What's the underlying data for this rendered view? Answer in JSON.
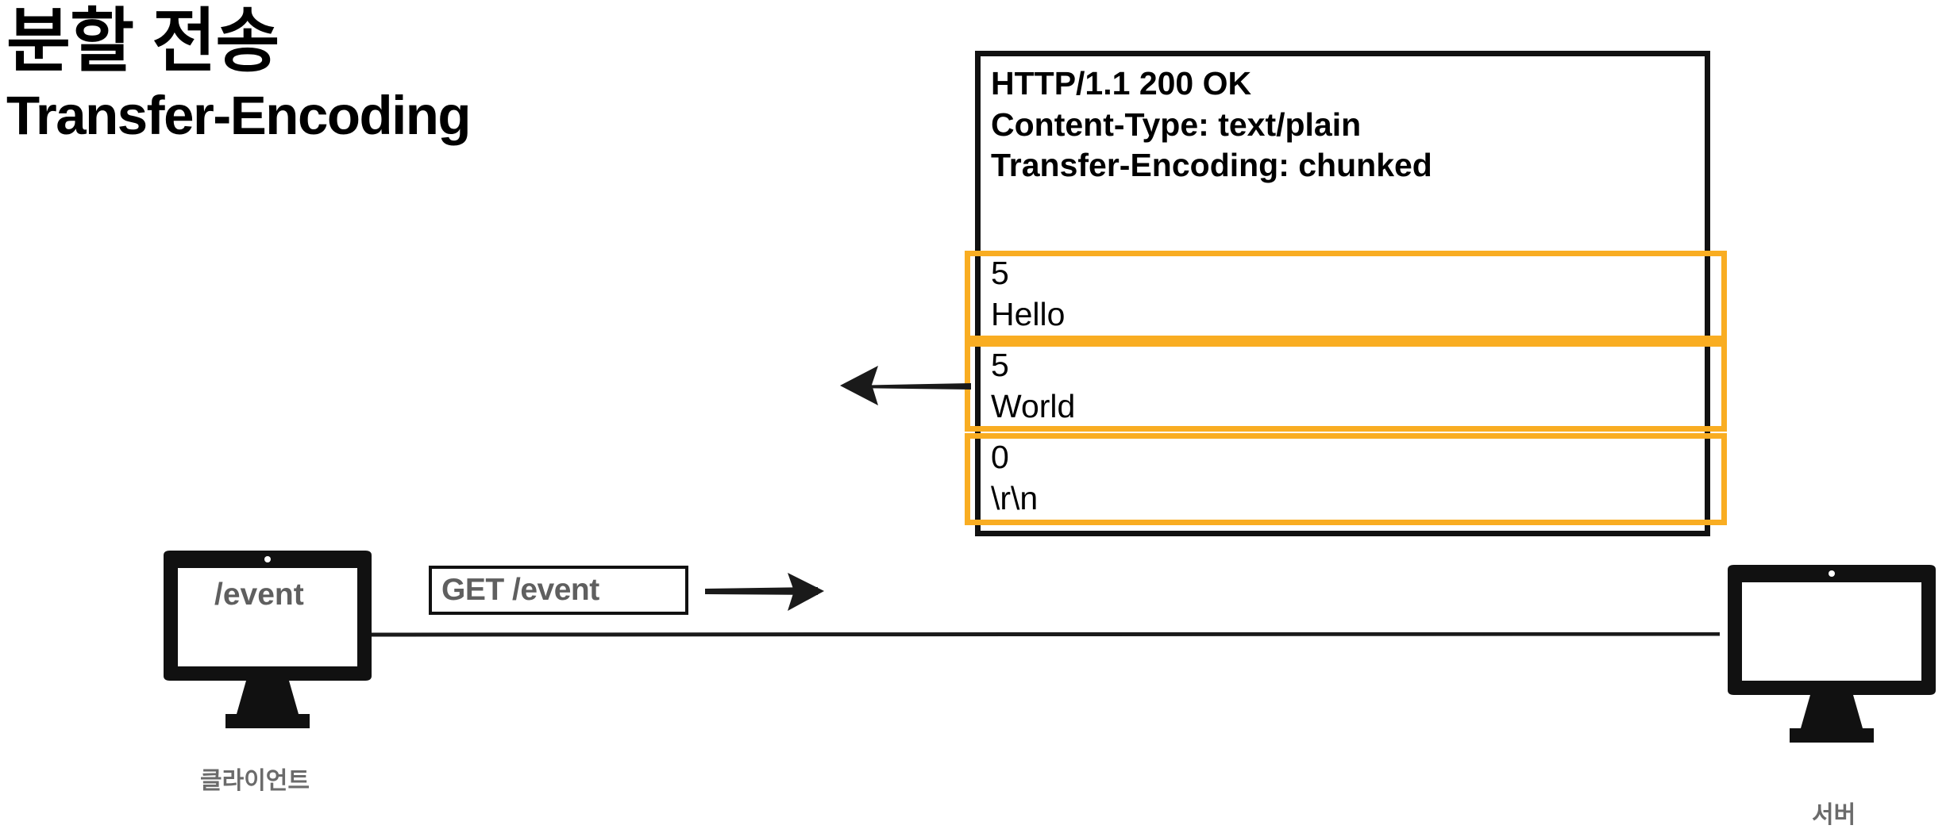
{
  "title": {
    "main": "분할 전송",
    "sub": "Transfer-Encoding"
  },
  "response": {
    "headers": [
      "HTTP/1.1 200 OK",
      "Content-Type: text/plain",
      "Transfer-Encoding: chunked"
    ],
    "chunks": [
      {
        "size": "5",
        "body": "Hello"
      },
      {
        "size": "5",
        "body": "World"
      },
      {
        "size": "0",
        "body": "\\r\\n"
      }
    ],
    "highlight_color": "#F9AD22",
    "frame_color": "#111111"
  },
  "request": {
    "label": "GET /event",
    "arrow_direction": "right"
  },
  "response_flow": {
    "arrow_direction": "left"
  },
  "client": {
    "screen_text": "/event",
    "label": "클라이언트"
  },
  "server": {
    "screen_text": "",
    "label": "서버"
  },
  "icons": {
    "client_monitor": "desktop-monitor-icon",
    "server_monitor": "desktop-monitor-icon",
    "arrow_left": "arrow-left-icon",
    "arrow_right": "arrow-right-icon",
    "wire": "connection-line-icon"
  },
  "colors": {
    "accent_orange": "#F9AD22",
    "ink_black": "#111111",
    "label_gray": "#6b6b6b",
    "background": "#ffffff"
  }
}
